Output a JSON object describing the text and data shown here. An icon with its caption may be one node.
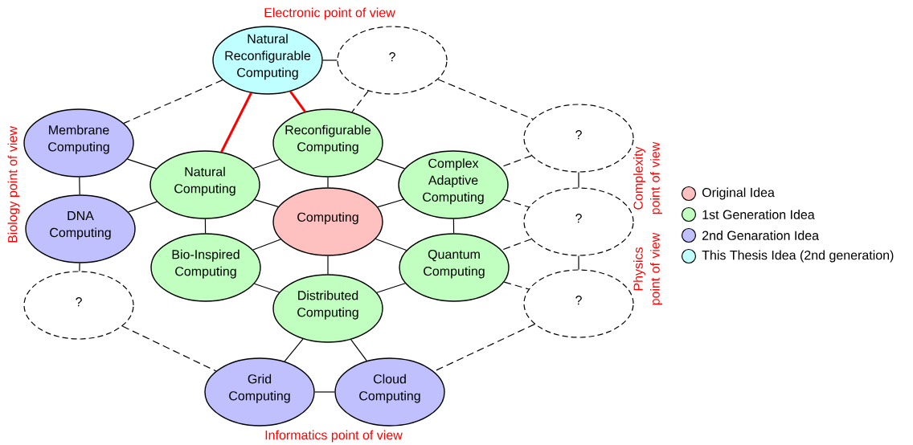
{
  "diagram": {
    "nodes": [
      {
        "text": [
          "Natural Reconfigurable Computing"
        ]
      },
      {
        "text": [
          "?"
        ]
      },
      {
        "text": [
          "Membrane Computing"
        ]
      },
      {
        "text": [
          "Reconfigurable Computing"
        ]
      },
      {
        "text": [
          "?"
        ]
      },
      {
        "text": [
          "Natural Computing"
        ]
      },
      {
        "text": [
          "Complex Adaptive Computing"
        ]
      },
      {
        "text": [
          "Computing"
        ]
      },
      {
        "text": [
          "DNA Computing"
        ]
      },
      {
        "text": [
          "?"
        ]
      },
      {
        "text": [
          "Bio-Inspired Computing"
        ]
      },
      {
        "text": [
          "Quantum Computing"
        ]
      },
      {
        "text": [
          "Distributed Computing"
        ]
      },
      {
        "text": [
          "?"
        ]
      },
      {
        "text": [
          "?"
        ]
      },
      {
        "text": [
          "Grid Computing"
        ]
      },
      {
        "text": [
          "Cloud Computing"
        ]
      }
    ],
    "edges": [
      {
        "from": 0,
        "to": 1,
        "arrow": "none"
      },
      {
        "from": 0,
        "to": 2,
        "arrow": "none",
        "style": "dashed"
      },
      {
        "from": 0,
        "to": 5,
        "arrow": "none",
        "style": "thick",
        "color": "#ff0000"
      },
      {
        "from": 0,
        "to": 3,
        "arrow": "none",
        "style": "thick",
        "color": "#ff0000"
      },
      {
        "from": 1,
        "to": 3,
        "arrow": "none",
        "style": "dashed"
      },
      {
        "from": 1,
        "to": 4,
        "arrow": "none",
        "style": "dashed"
      },
      {
        "from": 2,
        "to": 5,
        "arrow": "none"
      },
      {
        "from": 2,
        "to": 8,
        "arrow": "none"
      },
      {
        "from": 3,
        "to": 5,
        "arrow": "none"
      },
      {
        "from": 3,
        "to": 6,
        "arrow": "none"
      },
      {
        "from": 3,
        "to": 7,
        "arrow": "none"
      },
      {
        "from": 4,
        "to": 6,
        "arrow": "none",
        "style": "dashed"
      },
      {
        "from": 4,
        "to": 9,
        "arrow": "none"
      },
      {
        "from": 5,
        "to": 8,
        "arrow": "none"
      },
      {
        "from": 5,
        "to": 7,
        "arrow": "none"
      },
      {
        "from": 5,
        "to": 10,
        "arrow": "none"
      },
      {
        "from": 6,
        "to": 7,
        "arrow": "none"
      },
      {
        "from": 6,
        "to": 11,
        "arrow": "none"
      },
      {
        "from": 6,
        "to": 9,
        "arrow": "none",
        "style": "dashed"
      },
      {
        "from": 7,
        "to": 10,
        "arrow": "none"
      },
      {
        "from": 7,
        "to": 11,
        "arrow": "none"
      },
      {
        "from": 7,
        "to": 12,
        "arrow": "none"
      },
      {
        "from": 8,
        "to": 13,
        "arrow": "none"
      },
      {
        "from": 9,
        "to": 11,
        "arrow": "none",
        "style": "dashed"
      },
      {
        "from": 9,
        "to": 14,
        "arrow": "none"
      },
      {
        "from": 10,
        "to": 12,
        "arrow": "none"
      },
      {
        "from": 11,
        "to": 12,
        "arrow": "none"
      },
      {
        "from": 11,
        "to": 14,
        "arrow": "none",
        "style": "dashed"
      },
      {
        "from": 12,
        "to": 15,
        "arrow": "none"
      },
      {
        "from": 12,
        "to": 16,
        "arrow": "none"
      },
      {
        "from": 13,
        "to": 15,
        "arrow": "none",
        "style": "dashed"
      },
      {
        "from": 14,
        "to": 16,
        "arrow": "none",
        "style": "dashed"
      },
      {
        "from": 15,
        "to": 16,
        "arrow": "none"
      }
    ],
    "labels": [
      "Electronic point of view",
      "Biology point of view",
      "Complexity point of view",
      "Physics point of view",
      "Informatics point of view"
    ],
    "legend": [
      {
        "text": "Original Idea",
        "color": "#ffc0c0"
      },
      {
        "text": "1st Generation Idea",
        "color": "#c0ffc0"
      },
      {
        "text": "2nd Genaration Idea",
        "color": "#c0c0ff"
      },
      {
        "text": "This Thesis Idea (2nd generation)",
        "color": "#c0ffff"
      }
    ]
  }
}
